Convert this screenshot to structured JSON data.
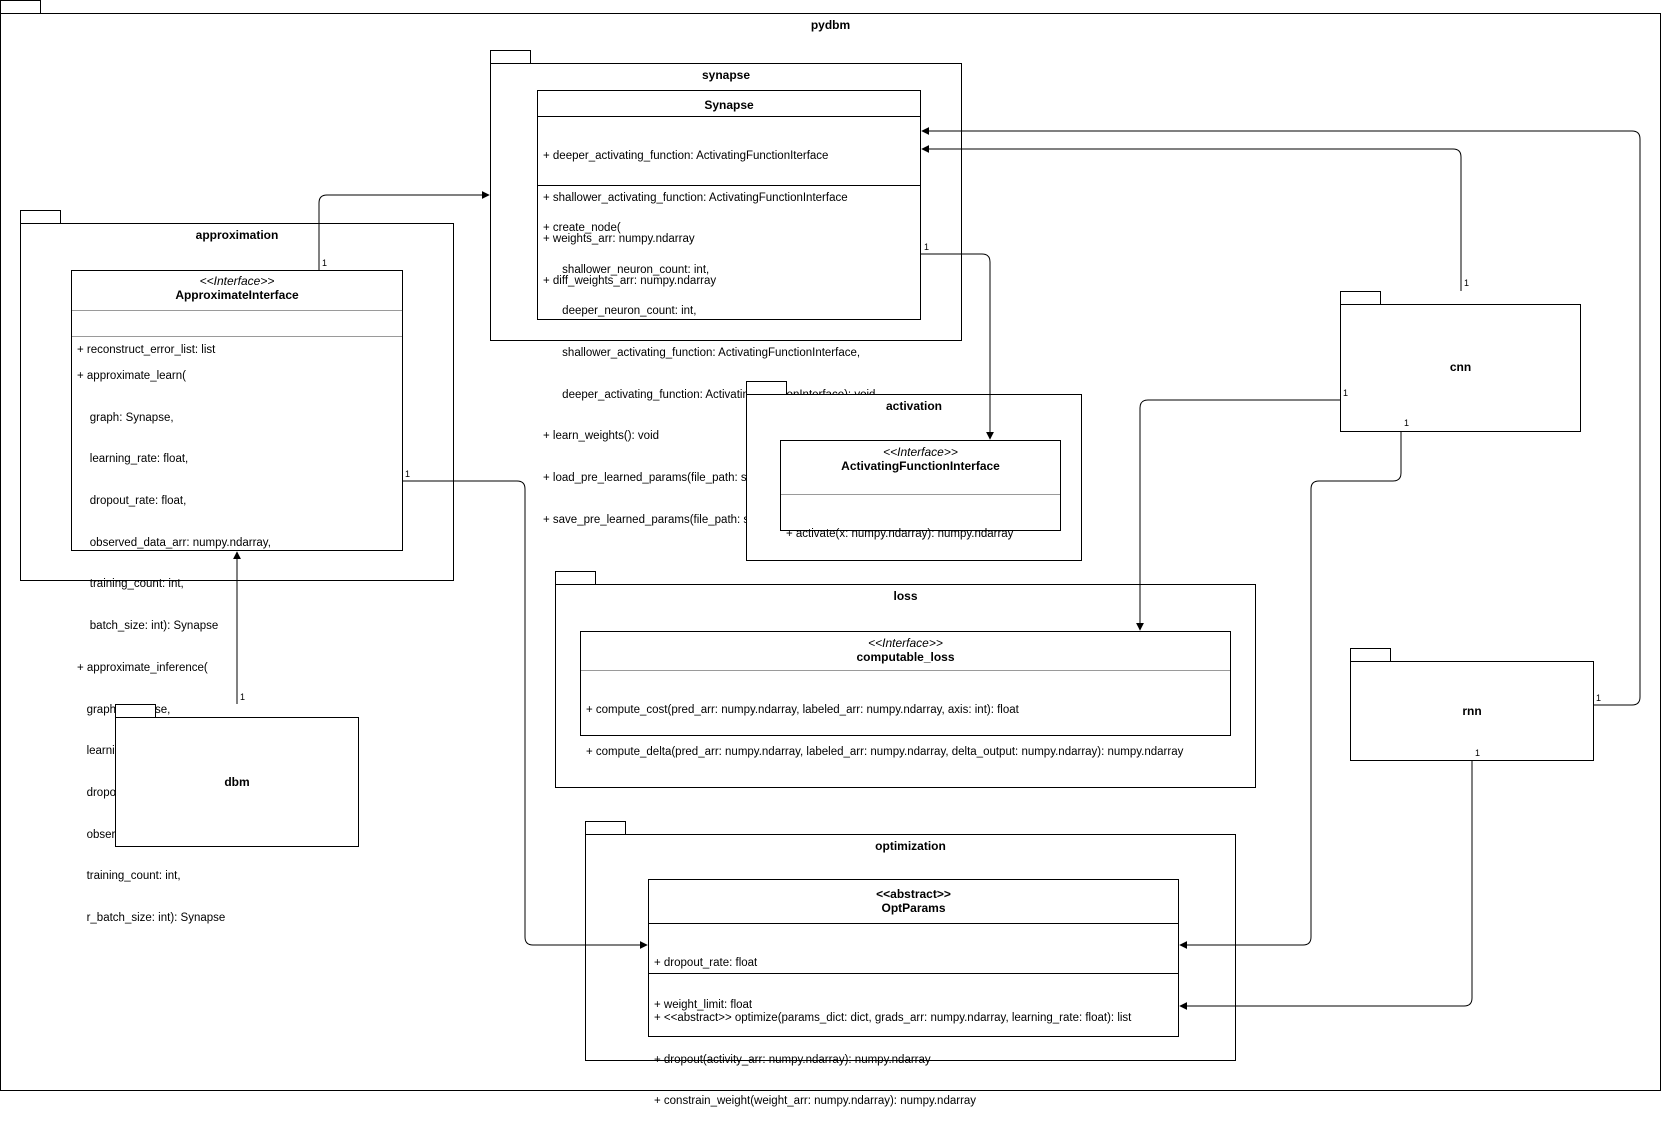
{
  "root_package": {
    "name": "pydbm"
  },
  "packages": {
    "synapse": {
      "name": "synapse",
      "class": {
        "name": "Synapse",
        "attributes": [
          "+ deeper_activating_function: ActivatingFunctionIterface",
          "+ shallower_activating_function: ActivatingFunctionInterface",
          "+ weights_arr: numpy.ndarray",
          "+ diff_weights_arr: numpy.ndarray"
        ],
        "methods": [
          "+ create_node(",
          "      shallower_neuron_count: int,",
          "      deeper_neuron_count: int,",
          "      shallower_activating_function: ActivatingFunctionInterface,",
          "      deeper_activating_function: ActivatingFunctionInterface): void",
          "+ learn_weights(): void",
          "+ load_pre_learned_params(file_path: str): void",
          "+ save_pre_learned_params(file_path: str): void"
        ]
      }
    },
    "approximation": {
      "name": "approximation",
      "class": {
        "stereotype": "<<Interface>>",
        "name": "ApproximateInterface",
        "attributes": [
          "+ reconstruct_error_list: list"
        ],
        "methods": [
          "+ approximate_learn(",
          "    graph: Synapse,",
          "    learning_rate: float,",
          "    dropout_rate: float,",
          "    observed_data_arr: numpy.ndarray,",
          "    training_count: int,",
          "    batch_size: int): Synapse",
          "+ approximate_inference(",
          "   graph: Synapse,",
          "   learning_rate: float,",
          "   dropout_rate: float,",
          "   observed_data_arr: numpy.ndarray,",
          "   training_count: int,",
          "   r_batch_size: int): Synapse"
        ]
      }
    },
    "activation": {
      "name": "activation",
      "class": {
        "stereotype": "<<Interface>>",
        "name": "ActivatingFunctionInterface",
        "methods": [
          "+ activate(x: numpy.ndarray): numpy.ndarray"
        ]
      }
    },
    "loss": {
      "name": "loss",
      "class": {
        "stereotype": "<<Interface>>",
        "name": "computable_loss",
        "methods": [
          "+ compute_cost(pred_arr: numpy.ndarray, labeled_arr: numpy.ndarray, axis: int): float",
          "+ compute_delta(pred_arr: numpy.ndarray, labeled_arr: numpy.ndarray, delta_output: numpy.ndarray): numpy.ndarray"
        ]
      }
    },
    "optimization": {
      "name": "optimization",
      "class": {
        "stereotype": "<<abstract>>",
        "name": "OptParams",
        "attributes": [
          "+ dropout_rate: float",
          "+ weight_limit: float"
        ],
        "methods": [
          "+ <<abstract>> optimize(params_dict: dict, grads_arr: numpy.ndarray, learning_rate: float): list",
          "+ dropout(activity_arr: numpy.ndarray): numpy.ndarray",
          "+ constrain_weight(weight_arr: numpy.ndarray): numpy.ndarray"
        ]
      }
    },
    "dbm": {
      "name": "dbm"
    },
    "cnn": {
      "name": "cnn"
    },
    "rnn": {
      "name": "rnn"
    }
  },
  "multiplicities": {
    "approx_to_synapse": "1",
    "approx_to_optparams": "1",
    "synapse_to_activation": "1",
    "dbm_to_approx": "1",
    "cnn_to_synapse": "1",
    "cnn_to_loss": "1",
    "cnn_to_optparams": "1",
    "rnn_to_synapse": "1",
    "rnn_to_optparams": "1"
  }
}
